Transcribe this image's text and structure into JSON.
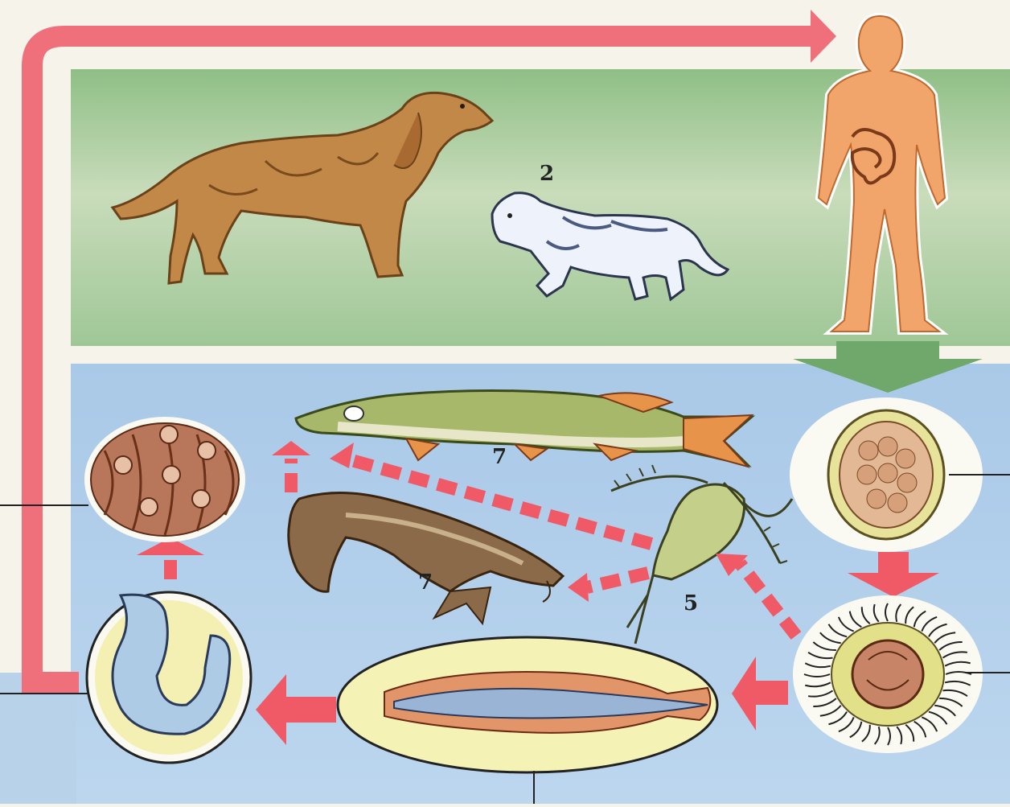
{
  "labels": {
    "cat": "2",
    "pike": "7",
    "burbot": "7",
    "copepod": "5"
  },
  "colors": {
    "cycle_arrow": "#ef6f7a",
    "dashed_arrow": "#ef5a66",
    "land_band": "#b6cfa6",
    "water_band": "#b8d2ea",
    "down_arrow": "#6fa86a"
  },
  "icons": [
    "dog",
    "cat",
    "human-body",
    "pike-fish",
    "burbot-fish",
    "copepod",
    "egg",
    "coracidium",
    "procercoid",
    "plerocercoid",
    "muscle-cysts"
  ]
}
